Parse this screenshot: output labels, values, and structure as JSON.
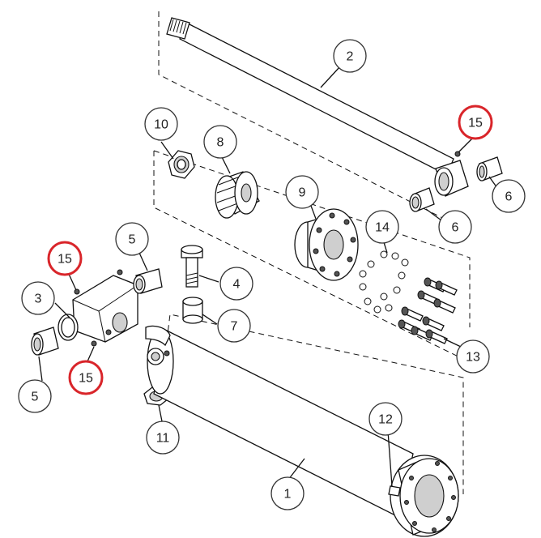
{
  "callouts": [
    {
      "id": "c1",
      "label": "1"
    },
    {
      "id": "c2",
      "label": "2"
    },
    {
      "id": "c3",
      "label": "3"
    },
    {
      "id": "c4",
      "label": "4"
    },
    {
      "id": "c5a",
      "label": "5"
    },
    {
      "id": "c5b",
      "label": "5"
    },
    {
      "id": "c6a",
      "label": "6"
    },
    {
      "id": "c6b",
      "label": "6"
    },
    {
      "id": "c7",
      "label": "7"
    },
    {
      "id": "c8",
      "label": "8"
    },
    {
      "id": "c9",
      "label": "9"
    },
    {
      "id": "c10",
      "label": "10"
    },
    {
      "id": "c11",
      "label": "11"
    },
    {
      "id": "c12",
      "label": "12"
    },
    {
      "id": "c13",
      "label": "13"
    },
    {
      "id": "c14",
      "label": "14"
    },
    {
      "id": "c15a",
      "label": "15",
      "highlighted": true
    },
    {
      "id": "c15b",
      "label": "15",
      "highlighted": true
    },
    {
      "id": "c15c",
      "label": "15",
      "highlighted": true
    }
  ],
  "colors": {
    "highlight": "#d9252a",
    "callout_border": "#333333",
    "line": "#111111"
  }
}
